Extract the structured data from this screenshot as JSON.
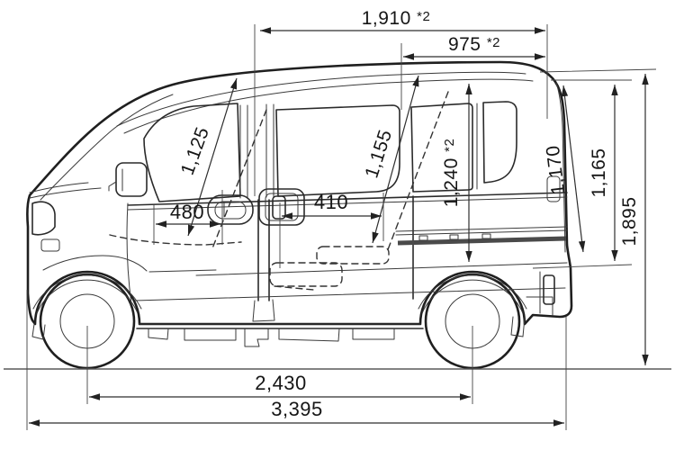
{
  "diagram": {
    "kind": "vehicle-side-view-dimension-drawing",
    "dimensions": {
      "top_long_span": {
        "value": "1,910",
        "note": "*2"
      },
      "top_short_span": {
        "value": "975",
        "note": "*2"
      },
      "front_interior_height": {
        "value": "1,125"
      },
      "rear_interior_height": {
        "value": "1,155"
      },
      "rear_opening_height": {
        "value": "1,240",
        "note": "*2"
      },
      "front_floor_span": {
        "value": "480"
      },
      "sliding_floor_span": {
        "value": "410"
      },
      "rear_gate_diagonal": {
        "value": "1,170"
      },
      "rear_gate_vertical": {
        "value": "1,165"
      },
      "overall_height": {
        "value": "1,895"
      },
      "wheelbase": {
        "value": "2,430"
      },
      "overall_length": {
        "value": "3,395"
      }
    }
  }
}
